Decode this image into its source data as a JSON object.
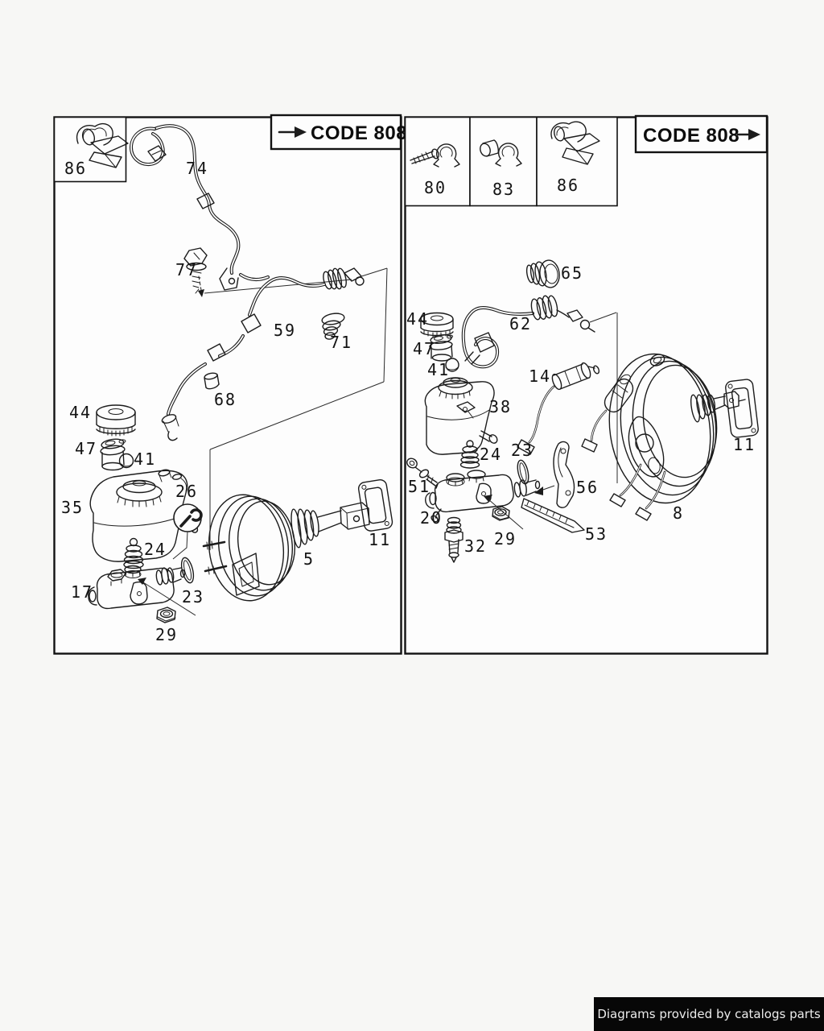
{
  "page": {
    "footer_text": "Diagrams provided by catalogs parts"
  },
  "colors": {
    "line": "#1c1c1c",
    "paper": "#fdfdfd",
    "background": "#f7f7f5",
    "footer_bg": "#070707",
    "footer_fg": "#ececec"
  },
  "left_panel": {
    "code_box": {
      "label": "CODE 808"
    },
    "inset_clip_number": "86",
    "part_numbers": {
      "74": "74",
      "77": "77",
      "59": "59",
      "71": "71",
      "68": "68",
      "44": "44",
      "47": "47",
      "41": "41",
      "35": "35",
      "26": "26",
      "24": "24",
      "17": "17",
      "23": "23",
      "29": "29",
      "5": "5",
      "11": "11"
    }
  },
  "right_panel": {
    "code_box": {
      "label": "CODE 808"
    },
    "inset_clips": [
      {
        "number": "80"
      },
      {
        "number": "83"
      },
      {
        "number": "86"
      }
    ],
    "part_numbers": {
      "65": "65",
      "44": "44",
      "62": "62",
      "47": "47",
      "41": "41",
      "14": "14",
      "38": "38",
      "24": "24",
      "23": "23",
      "51": "51",
      "20": "20",
      "56": "56",
      "29": "29",
      "32": "32",
      "53": "53",
      "8": "8",
      "11": "11"
    }
  }
}
